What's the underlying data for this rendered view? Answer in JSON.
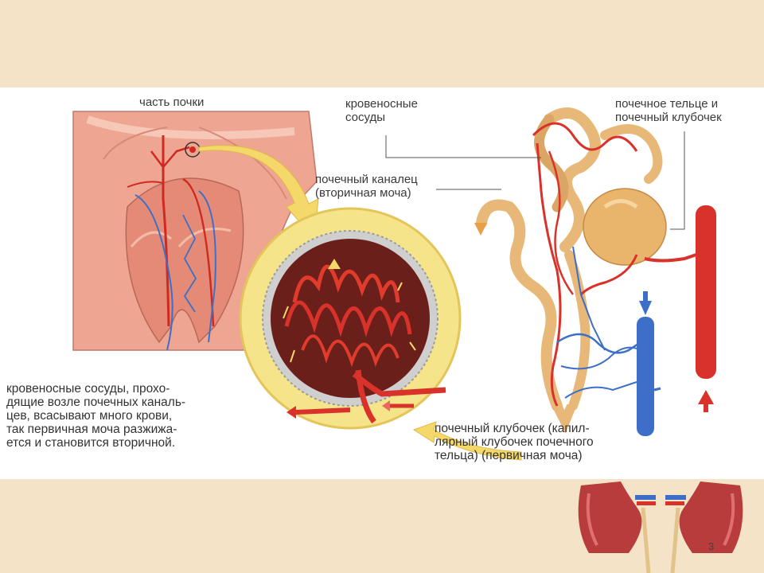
{
  "labels": {
    "kidney_part": "часть почки",
    "blood_vessels": "кровеносные\nсосуды",
    "renal_corpuscle": "почечное тельце и\nпочечный клубочек",
    "renal_tubule": "почечный каналец\n(вторичная моча)",
    "vessels_caption": "кровеносные сосуды, прохо-\nдящие возле почечных каналь-\nцев, всасывают много крови,\nтак первичная моча разжижа-\nется и становится вторичной.",
    "glomerulus_caption": "почечный клубочек (капил-\nлярный клубочек почечного\nтельца) (первичная моча)"
  },
  "page_number": "3",
  "colors": {
    "slide_background": "#f5e3c8",
    "artery_red": "#d8322a",
    "vein_blue": "#3d6fc8",
    "tubule_tan": "#e8b878",
    "tissue_pink": "#e59a86",
    "magnifier_yellow": "#f6e48a"
  }
}
